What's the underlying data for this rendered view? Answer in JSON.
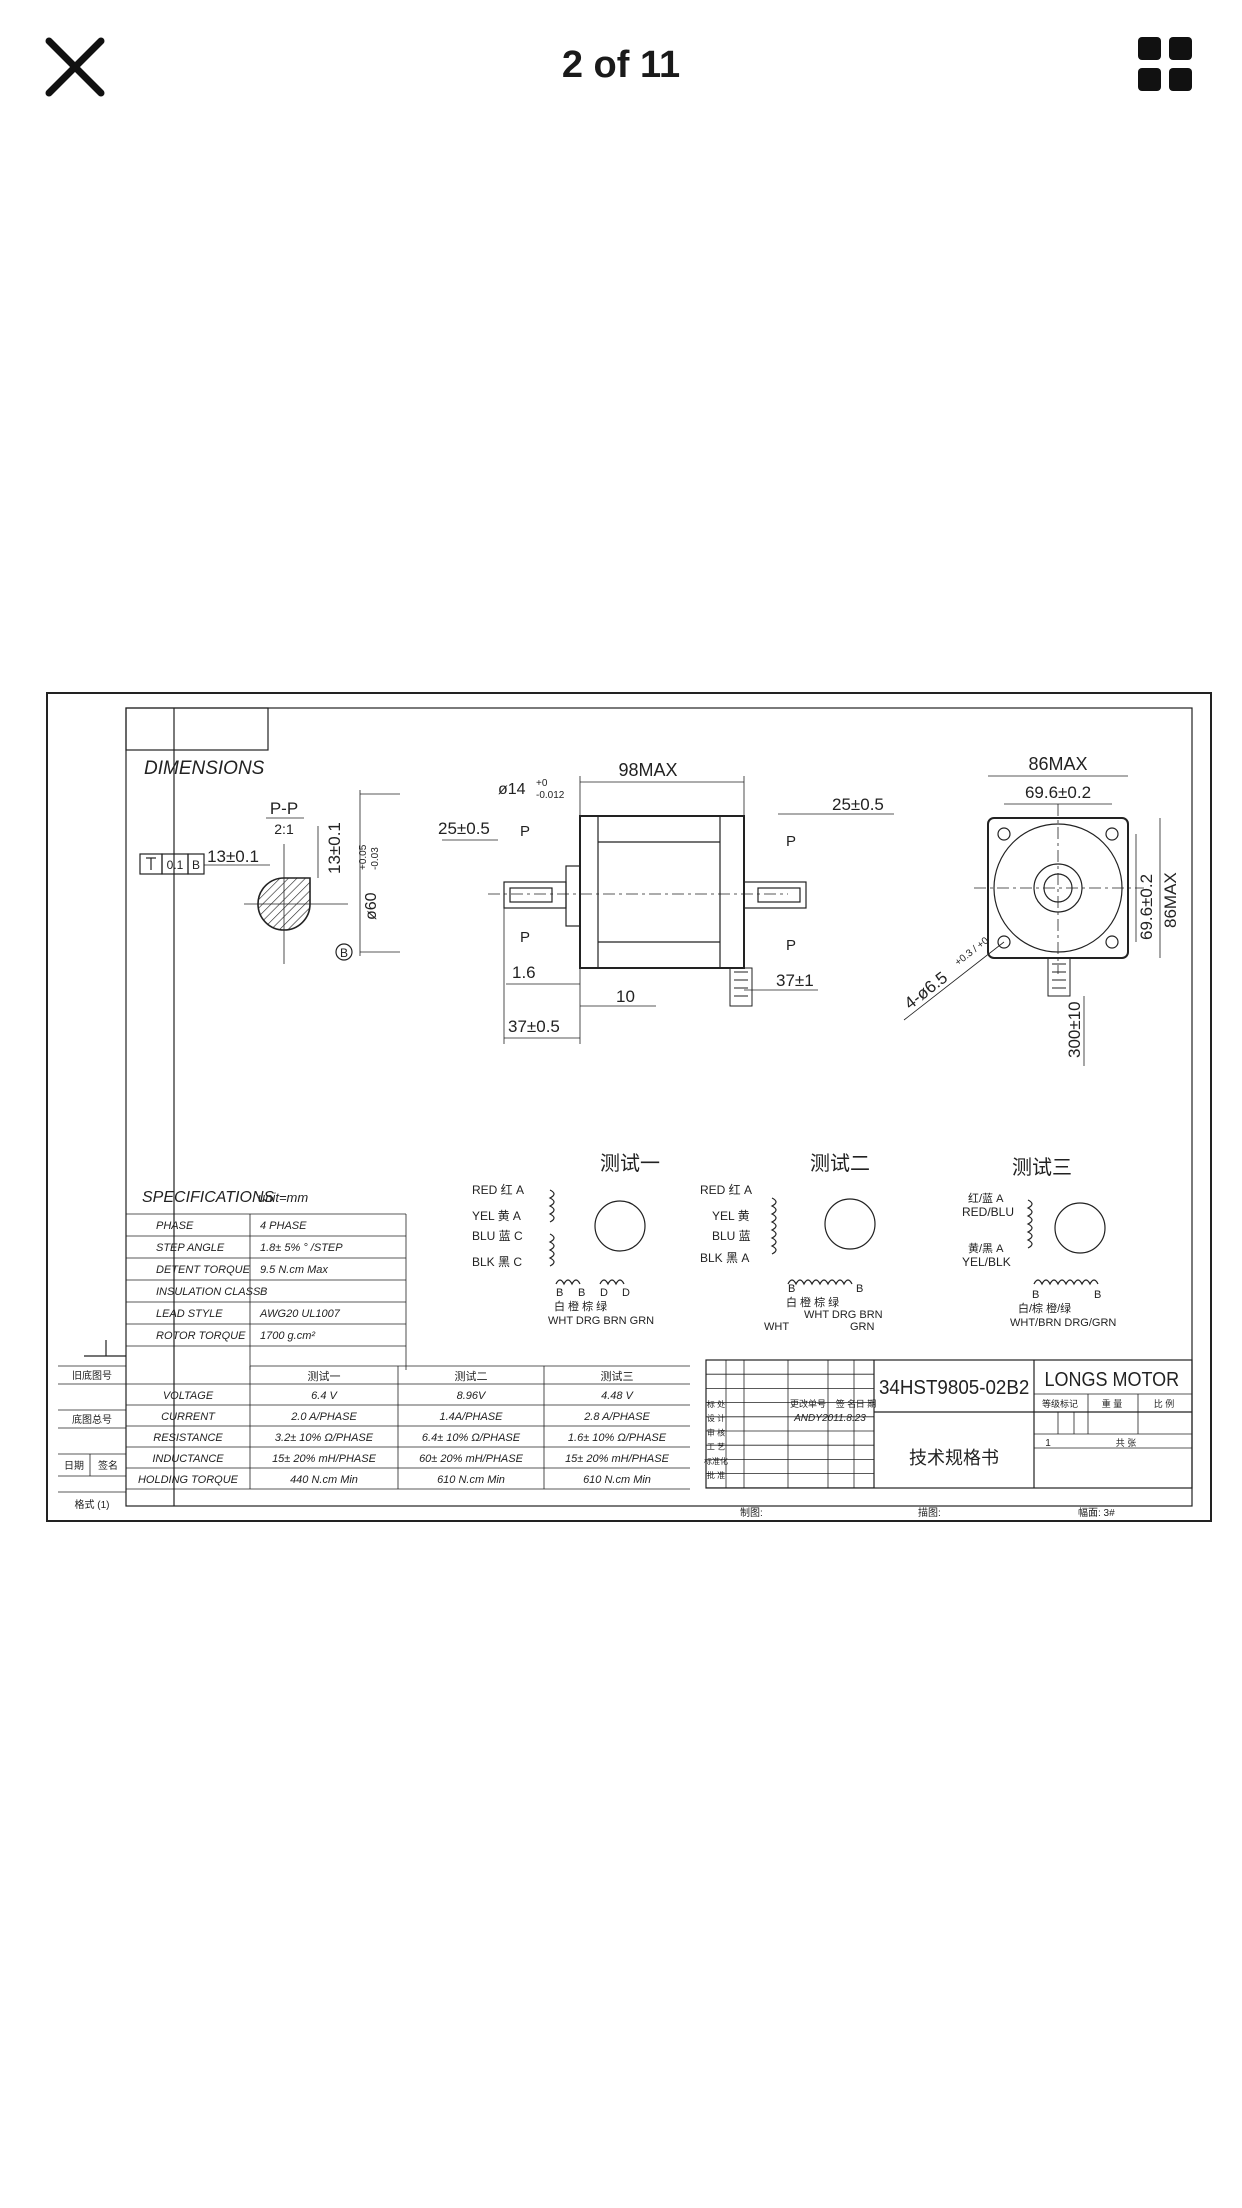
{
  "viewer": {
    "counter": "2 of 11",
    "close_icon": "close-icon",
    "grid_icon": "grid-icon"
  },
  "drawing": {
    "dimensions_title": "DIMENSIONS",
    "section_label": "P-P",
    "section_scale": "2:1",
    "datum_tol": "0.1",
    "datum_ref": "B",
    "datum_mark": "B",
    "flat_width": "13±0.1",
    "flat_height": "13±0.1",
    "pilot_dia": "ø60",
    "pilot_tol_up": "+0.05",
    "pilot_tol_dn": "-0.03",
    "shaft_dia": "ø14",
    "shaft_tol_up": "+0",
    "shaft_tol_dn": "-0.012",
    "body_len": "98MAX",
    "front_shaft_len": "25±0.5",
    "rear_shaft_len": "25±0.5",
    "p_mark": "P",
    "d_1_6": "1.6",
    "d_10": "10",
    "d_37_05": "37±0.5",
    "d_37_1": "37±1",
    "frame_max": "86MAX",
    "bolt_pitch": "69.6±0.2",
    "bolt_pitch_v": "69.6±0.2",
    "frame_max_v": "86MAX",
    "hole_spec": "4-ø6.5",
    "hole_tol": "+0.3 / +0",
    "lead_len": "300±10",
    "test1": "测试一",
    "test2": "测试二",
    "test3": "测试三",
    "t1_red": "RED 红 A",
    "t1_yel": "YEL 黄 A",
    "t1_blu": "BLU 蓝 C",
    "t1_blk": "BLK 黑 C",
    "t1_b": "B",
    "t1_b2": "B",
    "t1_d": "D",
    "t1_d2": "D",
    "t1_cn": "白  橙  棕  绿",
    "t1_en": "WHT DRG BRN GRN",
    "t2_red": "RED 红 A",
    "t2_yel": "YEL 黄",
    "t2_blu": "BLU 蓝",
    "t2_blk": "BLK 黑 A",
    "t2_b": "B",
    "t2_b2": "B",
    "t2_cn": "白  橙  棕  绿",
    "t2_en": "WHT DRG BRN",
    "t2_grn": "GRN",
    "t2_wht": "WHT",
    "t3_a": "红/蓝 A",
    "t3_redblu": "RED/BLU",
    "t3_a2": "黄/黑 A",
    "t3_yelblk": "YEL/BLK",
    "t3_b": "B",
    "t3_b2": "B",
    "t3_cn": "白/棕     橙/绿",
    "t3_en": "WHT/BRN  DRG/GRN",
    "spec_title": "SPECIFICATIONS",
    "spec_unit": "unit=mm",
    "spec_rows": [
      {
        "k": "PHASE",
        "v": "4  PHASE"
      },
      {
        "k": "STEP ANGLE",
        "v": "1.8± 5% ° /STEP"
      },
      {
        "k": "DETENT TORQUE",
        "v": "9.5 N.cm Max"
      },
      {
        "k": "INSULATION CLASS",
        "v": "B"
      },
      {
        "k": "LEAD STYLE",
        "v": "AWG20 UL1007"
      },
      {
        "k": "ROTOR TORQUE",
        "v": "1700 g.cm²"
      }
    ],
    "perf_headers": [
      "测试一",
      "测试二",
      "测试三"
    ],
    "perf_rows": [
      {
        "k": "VOLTAGE",
        "v": [
          "6.4  V",
          "8.96V",
          "4.48  V"
        ]
      },
      {
        "k": "CURRENT",
        "v": [
          "2.0  A/PHASE",
          "1.4A/PHASE",
          "2.8 A/PHASE"
        ]
      },
      {
        "k": "RESISTANCE",
        "v": [
          "3.2± 10%   Ω/PHASE",
          "6.4± 10%  Ω/PHASE",
          "1.6± 10%   Ω/PHASE"
        ]
      },
      {
        "k": "INDUCTANCE",
        "v": [
          "15± 20% mH/PHASE",
          "60± 20% mH/PHASE",
          "15± 20% mH/PHASE"
        ]
      },
      {
        "k": "HOLDING TORQUE",
        "v": [
          "440  N.cm Min",
          "610  N.cm Min",
          "610  N.cm Min"
        ]
      }
    ],
    "left_labels": [
      "旧底图号",
      "底图总号",
      "日期",
      "签名",
      "格式 (1)"
    ],
    "title_block": {
      "part_no": "34HST9805-02B2",
      "company": "LONGS MOTOR",
      "doc_title": "技术规格书",
      "designer": "ANDY",
      "date": "2011.8.23",
      "col_labels": [
        "更改单号",
        "签 名",
        "日 期"
      ],
      "row_labels": [
        "标 处",
        "设 计",
        "审 核",
        "工 艺",
        "标准化",
        "批 准"
      ],
      "right_labels": [
        "等级标记",
        "重 量",
        "比 例"
      ],
      "sheet": "1",
      "total_label": "共    张",
      "footer_1": "制图:",
      "footer_2": "描图:",
      "footer_3": "幅面: 3#"
    }
  }
}
